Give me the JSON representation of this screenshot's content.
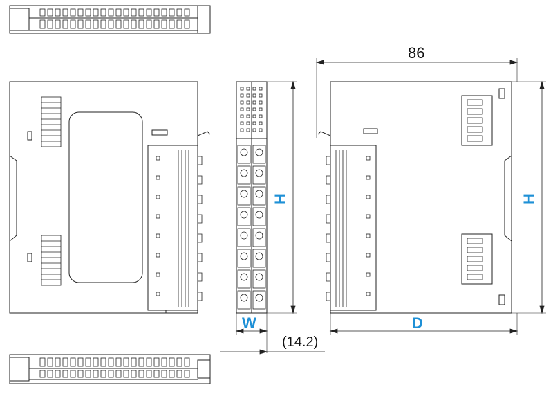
{
  "dimensions": {
    "depth_total": "86",
    "height_front": "H",
    "height_side": "H",
    "width": "W",
    "depth": "D",
    "pitch": "(14.2)"
  },
  "colors": {
    "line": "#222222",
    "dimension_label": "#1e90d6"
  }
}
